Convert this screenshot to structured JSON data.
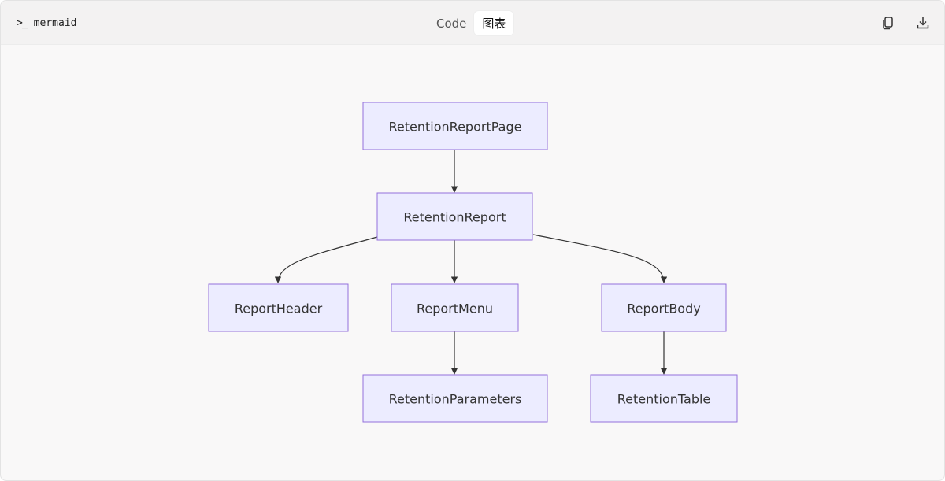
{
  "header": {
    "language_label": "mermaid",
    "tabs": [
      {
        "label": "Code",
        "active": false
      },
      {
        "label": "图表",
        "active": true
      }
    ],
    "icons": [
      "copy-icon",
      "download-icon"
    ]
  },
  "diagram": {
    "type": "flowchart",
    "direction": "TD",
    "colors": {
      "node_fill": "#ececff",
      "node_stroke": "#9370db",
      "edge": "#333333"
    },
    "nodes": [
      {
        "id": "page",
        "label": "RetentionReportPage"
      },
      {
        "id": "report",
        "label": "RetentionReport"
      },
      {
        "id": "header",
        "label": "ReportHeader"
      },
      {
        "id": "menu",
        "label": "ReportMenu"
      },
      {
        "id": "body",
        "label": "ReportBody"
      },
      {
        "id": "params",
        "label": "RetentionParameters"
      },
      {
        "id": "table",
        "label": "RetentionTable"
      }
    ],
    "edges": [
      {
        "from": "page",
        "to": "report"
      },
      {
        "from": "report",
        "to": "header"
      },
      {
        "from": "report",
        "to": "menu"
      },
      {
        "from": "report",
        "to": "body"
      },
      {
        "from": "menu",
        "to": "params"
      },
      {
        "from": "body",
        "to": "table"
      }
    ]
  }
}
